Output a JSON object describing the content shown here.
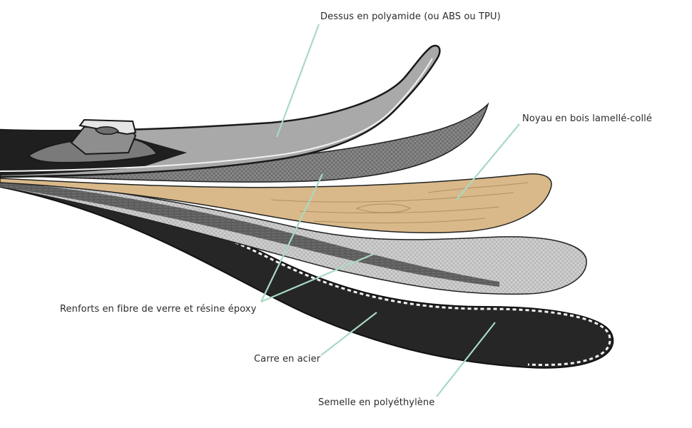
{
  "diagram": {
    "layers": [
      {
        "id": "topsheet",
        "label": "Dessus en polyamide (ou ABS ou TPU)"
      },
      {
        "id": "core",
        "label": "Noyau en bois lamellé-collé"
      },
      {
        "id": "fiberglass",
        "label": "Renforts en fibre de verre et résine époxy"
      },
      {
        "id": "edge",
        "label": "Carre en acier"
      },
      {
        "id": "base",
        "label": "Semelle en polyéthylène"
      }
    ],
    "colors": {
      "leader": "#a9d9c2",
      "base_black": "#262626",
      "topsheet_grey": "#a9a9a9",
      "wood": "#d9b98a",
      "fiber_light": "#bdbdbd",
      "fiber_dark": "#6e6e6e",
      "outline": "#1a1a1a",
      "edge_white": "#f2f2f2"
    }
  }
}
